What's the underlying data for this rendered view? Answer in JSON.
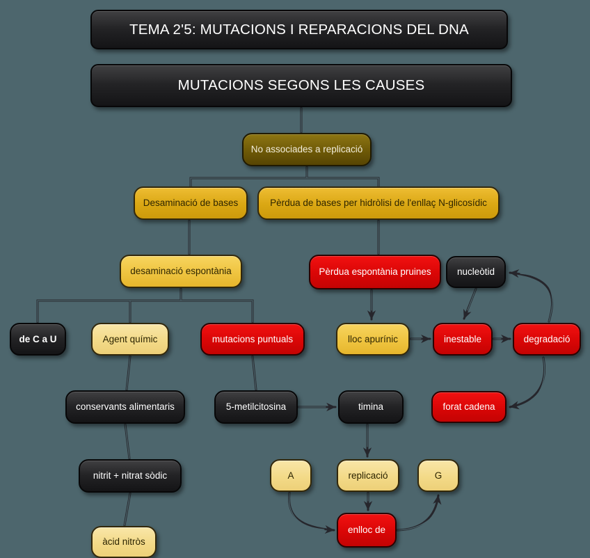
{
  "app": {
    "background_color": "#4d666d",
    "connector_color": "#26262c",
    "palette": {
      "black_node": "#1d1d1f",
      "olive_node": "#6e5907",
      "gold_node": "#daa713",
      "yellow_node": "#efc440",
      "pale_node": "#f3da88",
      "red_node": "#d90606",
      "text_light": "#ffffff",
      "text_dark": "#2e2500"
    }
  },
  "header": {
    "title": "TEMA 2'5: MUTACIONS I REPARACIONS DEL DNA",
    "subtitle": "MUTACIONS SEGONS LES CAUSES"
  },
  "nodes": {
    "no_associades": {
      "label": "No associades a replicació",
      "color": "olive"
    },
    "desaminacio_bases": {
      "label": "Desaminació de bases",
      "color": "gold"
    },
    "perdua_bases": {
      "label": "Pèrdua de bases per hidròlisi de l'enllaç N-glicosídic",
      "color": "gold"
    },
    "desaminacio_espontania": {
      "label": "desaminació espontània",
      "color": "yellow"
    },
    "perdua_espontania": {
      "label": "Pèrdua espontània pruines",
      "color": "red"
    },
    "nucleotid": {
      "label": "nucleòtid",
      "color": "black"
    },
    "de_c_a_u": {
      "label": "de C a U",
      "color": "black"
    },
    "agent_quimic": {
      "label": "Agent químic",
      "color": "pale"
    },
    "mutacions_puntuals": {
      "label": "mutacions puntuals",
      "color": "red"
    },
    "lloc_apurinic": {
      "label": "lloc apurínic",
      "color": "yellow"
    },
    "inestable": {
      "label": "inestable",
      "color": "red"
    },
    "degradacio": {
      "label": "degradació",
      "color": "red"
    },
    "conservants": {
      "label": "conservants alimentaris",
      "color": "black"
    },
    "metilcitosina": {
      "label": "5-metilcitosina",
      "color": "black"
    },
    "timina": {
      "label": "timina",
      "color": "black"
    },
    "forat_cadena": {
      "label": "forat cadena",
      "color": "red"
    },
    "nitrit": {
      "label": "nitrit + nitrat sòdic",
      "color": "black"
    },
    "a": {
      "label": "A",
      "color": "pale"
    },
    "replicacio": {
      "label": "replicació",
      "color": "pale"
    },
    "g": {
      "label": "G",
      "color": "pale"
    },
    "acid_nitros": {
      "label": "àcid nitròs",
      "color": "pale"
    },
    "enlloc_de": {
      "label": "enlloc de",
      "color": "red"
    }
  },
  "connectors": [
    {
      "from": "subtitle",
      "to": "no_associades",
      "style": "line"
    },
    {
      "from": "no_associades",
      "to": "desaminacio_bases",
      "style": "line"
    },
    {
      "from": "no_associades",
      "to": "perdua_bases",
      "style": "line"
    },
    {
      "from": "desaminacio_bases",
      "to": "desaminacio_espontania",
      "style": "line"
    },
    {
      "from": "perdua_bases",
      "to": "perdua_espontania",
      "style": "line"
    },
    {
      "from": "desaminacio_espontania",
      "to": "de_c_a_u",
      "style": "line"
    },
    {
      "from": "desaminacio_espontania",
      "to": "agent_quimic",
      "style": "line"
    },
    {
      "from": "desaminacio_espontania",
      "to": "mutacions_puntuals",
      "style": "line"
    },
    {
      "from": "perdua_espontania",
      "to": "lloc_apurinic",
      "style": "arrow"
    },
    {
      "from": "nucleotid",
      "to": "inestable",
      "style": "arrow"
    },
    {
      "from": "lloc_apurinic",
      "to": "inestable",
      "style": "arrow"
    },
    {
      "from": "inestable",
      "to": "degradacio",
      "style": "arrow"
    },
    {
      "from": "degradacio",
      "to": "nucleotid",
      "style": "arrow-curved"
    },
    {
      "from": "degradacio",
      "to": "forat_cadena",
      "style": "arrow-curved"
    },
    {
      "from": "agent_quimic",
      "to": "conservants",
      "style": "line"
    },
    {
      "from": "conservants",
      "to": "nitrit",
      "style": "line"
    },
    {
      "from": "nitrit",
      "to": "acid_nitros",
      "style": "line"
    },
    {
      "from": "mutacions_puntuals",
      "to": "metilcitosina",
      "style": "line"
    },
    {
      "from": "metilcitosina",
      "to": "timina",
      "style": "arrow"
    },
    {
      "from": "timina",
      "to": "replicacio",
      "style": "arrow"
    },
    {
      "from": "replicacio",
      "to": "enlloc_de",
      "style": "arrow"
    },
    {
      "from": "a",
      "to": "enlloc_de",
      "style": "arrow-curved"
    },
    {
      "from": "enlloc_de",
      "to": "g",
      "style": "arrow-curved"
    }
  ]
}
